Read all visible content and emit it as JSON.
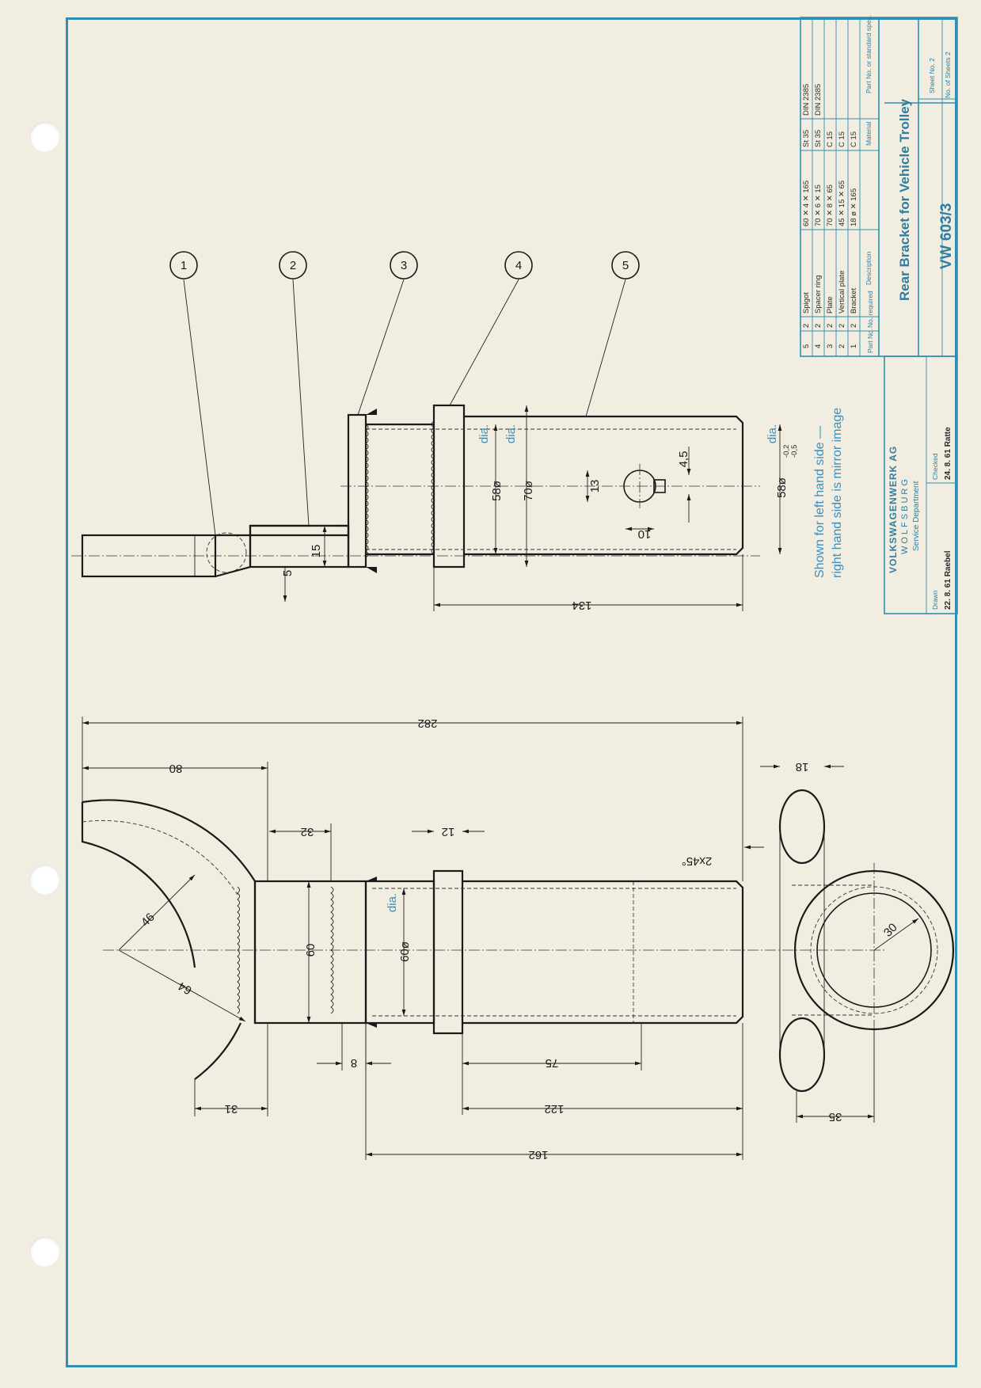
{
  "title_block": {
    "title": "Rear Bracket for Vehicle Trolley",
    "drawing_number": "VW 603/3",
    "sheet_no_label": "Sheet No. 2",
    "sheets_label": "No. of Sheets 2",
    "company": "VOLKSWAGENWERK AG",
    "city": "WOLFSBURG",
    "department": "Service Department",
    "drawn_label": "Drawn",
    "drawn_value": "22. 8. 61  Raebel",
    "checked_label": "Checked",
    "checked_value": "24. 8. 61  Ratte",
    "headers": {
      "part_no": "Part No.",
      "no_required": "No. required",
      "description": "Description",
      "material": "Material",
      "spec": "Part No. or standard spec."
    },
    "parts": [
      {
        "part": "5",
        "qty": "2",
        "description": "Spigot",
        "size": "60 ✕ 4 ✕ 165",
        "material": "St 35",
        "spec": "DIN 2385"
      },
      {
        "part": "4",
        "qty": "2",
        "description": "Spacer ring",
        "size": "70 ✕ 6 ✕ 15",
        "material": "St 35",
        "spec": "DIN 2385"
      },
      {
        "part": "3",
        "qty": "2",
        "description": "Plate",
        "size": "70 ✕ 8 ✕ 65",
        "material": "C 15",
        "spec": ""
      },
      {
        "part": "2",
        "qty": "2",
        "description": "Vertical plate",
        "size": "45 ✕ 15 ✕ 65",
        "material": "C 15",
        "spec": ""
      },
      {
        "part": "1",
        "qty": "2",
        "description": "Bracket",
        "size": "18 ø ✕ 165",
        "material": "C 15",
        "spec": ""
      }
    ]
  },
  "note": {
    "line1": "Shown for left hand side —",
    "line2": "right hand side is mirror image"
  },
  "balloons": [
    "1",
    "2",
    "3",
    "4",
    "5"
  ],
  "dimensions": {
    "d282": "282",
    "d80": "80",
    "d18": "18",
    "d32": "32",
    "d12": "12",
    "chamfer": "2x45°",
    "d46": "46",
    "d64": "64",
    "d60": "60",
    "d60dia": "60ø",
    "d30": "30",
    "d8": "8",
    "d75": "75",
    "d31": "31",
    "d122": "122",
    "d35": "35",
    "d162": "162",
    "d134": "134",
    "d15": "15",
    "d5": "5",
    "d58": "58ø",
    "d70": "70ø",
    "d13": "13",
    "d45": "4,5",
    "d10": "10",
    "d58tol": "58ø",
    "tol_upper": "-0,2",
    "tol_lower": "-0,5",
    "dia": "dia."
  }
}
